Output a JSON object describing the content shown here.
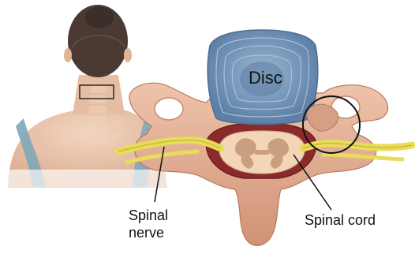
{
  "labels": {
    "disc": "Disc",
    "spinal_nerve_line1": "Spinal",
    "spinal_nerve_line2": "nerve",
    "spinal_cord": "Spinal cord"
  },
  "colors": {
    "bone": "#e3b095",
    "bone_shadow": "#c98a6c",
    "disc_outer": "#7f9ec0",
    "disc_inner": "#6a8bb1",
    "nerve": "#e8dc5a",
    "cord": "#f3d6b8",
    "cord_gray": "#c9a07d",
    "canal": "#8a2a2a",
    "skin": "#e9c6ae",
    "hair": "#4a3a33",
    "shirt": "#7fa7b8"
  }
}
